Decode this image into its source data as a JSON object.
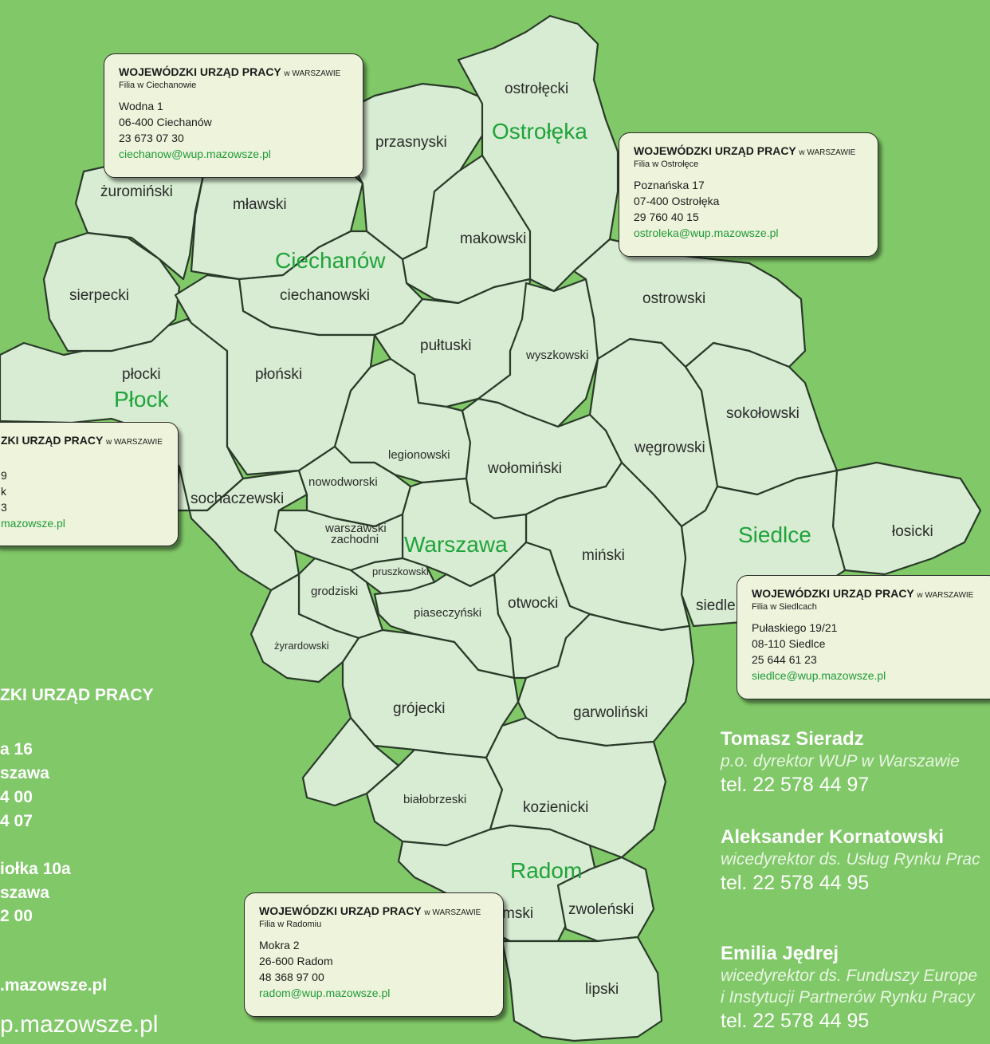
{
  "counties": {
    "zurominski": "żuromiński",
    "mlawski": "mławski",
    "przasnyski": "przasnyski",
    "ostrolecki": "ostrołęcki",
    "makowski": "makowski",
    "sierpecki": "sierpecki",
    "ciechanowski": "ciechanowski",
    "ostrowski": "ostrowski",
    "pultuski": "pułtuski",
    "wyszkowski": "wyszkowski",
    "plocki": "płocki",
    "plonski": "płoński",
    "sokolowski": "sokołowski",
    "legionowski": "legionowski",
    "wegrowski": "węgrowski",
    "wolominski": "wołomiński",
    "nowodworski": "nowodworski",
    "sochaczewski": "sochaczewski",
    "losicki": "łosicki",
    "warszawski_zachodni_1": "warszawski",
    "warszawski_zachodni_2": "zachodni",
    "minski": "miński",
    "pruszkowski": "pruszkowski",
    "grodziski": "grodziski",
    "siedlecki": "siedle",
    "otwocki": "otwocki",
    "piaseczynski": "piaseczyński",
    "zyrardowski": "żyrardowski",
    "grojecki": "grójecki",
    "garwolinski": "garwoliński",
    "bialobrzeski": "białobrzeski",
    "kozienicki": "kozienicki",
    "radomski": "mski",
    "zwolenski": "zwoleński",
    "lipski": "lipski"
  },
  "cities": {
    "ostroleka": "Ostrołęka",
    "ciechanow": "Ciechanów",
    "plock": "Płock",
    "warszawa": "Warszawa",
    "siedlce": "Siedlce",
    "radom": "Radom"
  },
  "cards": {
    "ciechanow": {
      "org": "WOJEWÓDZKI URZĄD PRACY",
      "org_w": "w WARSZAWIE",
      "branch": "Filia w Ciechanowie",
      "street": "Wodna 1",
      "city": "06-400 Ciechanów",
      "phone": "23 673 07 30",
      "email": "ciechanow@wup.mazowsze.pl"
    },
    "ostroleka": {
      "org": "WOJEWÓDZKI URZĄD PRACY",
      "org_w": "w WARSZAWIE",
      "branch": "Filia w Ostrołęce",
      "street": "Poznańska 17",
      "city": "07-400 Ostrołęka",
      "phone": "29 760 40 15",
      "email": "ostroleka@wup.mazowsze.pl"
    },
    "plock": {
      "org": "ZKI URZĄD PRACY",
      "org_w": "w WARSZAWIE",
      "street": "9",
      "city": "k",
      "phone": "3",
      "email": "mazowsze.pl"
    },
    "siedlce": {
      "org": "WOJEWÓDZKI URZĄD PRACY",
      "org_w": "w WARSZAWIE",
      "branch": "Filia w Siedlcach",
      "street": "Pułaskiego 19/21",
      "city": "08-110 Siedlce",
      "phone": "25 644 61 23",
      "email": "siedlce@wup.mazowsze.pl"
    },
    "radom": {
      "org": "WOJEWÓDZKI URZĄD PRACY",
      "org_w": "w WARSZAWIE",
      "branch": "Filia w Radomiu",
      "street": "Mokra 2",
      "city": "26-600 Radom",
      "phone": "48 368 97 00",
      "email": "radom@wup.mazowsze.pl"
    }
  },
  "hq": {
    "title": "ZKI URZĄD PRACY",
    "l1": "a 16",
    "l2": "szawa",
    "l3": "4 00",
    "l4": "4 07",
    "l5": "iołka 10a",
    "l6": "szawa",
    "l7": "2 00",
    "web": ".mazowsze.pl",
    "email": "p.mazowsze.pl"
  },
  "people": [
    {
      "name": "Tomasz Sieradz",
      "role": "p.o. dyrektor WUP w Warszawie",
      "tel": "tel. 22 578 44 97"
    },
    {
      "name": "Aleksander Kornatowski",
      "role": "wicedyrektor ds. Usług Rynku Prac",
      "tel": "tel. 22 578 44 95"
    },
    {
      "name": "Emilia Jędrej",
      "role": "wicedyrektor ds. Funduszy Europe",
      "role2": "i Instytucji Partnerów Rynku Pracy",
      "tel": "tel. 22 578 44 95"
    }
  ]
}
